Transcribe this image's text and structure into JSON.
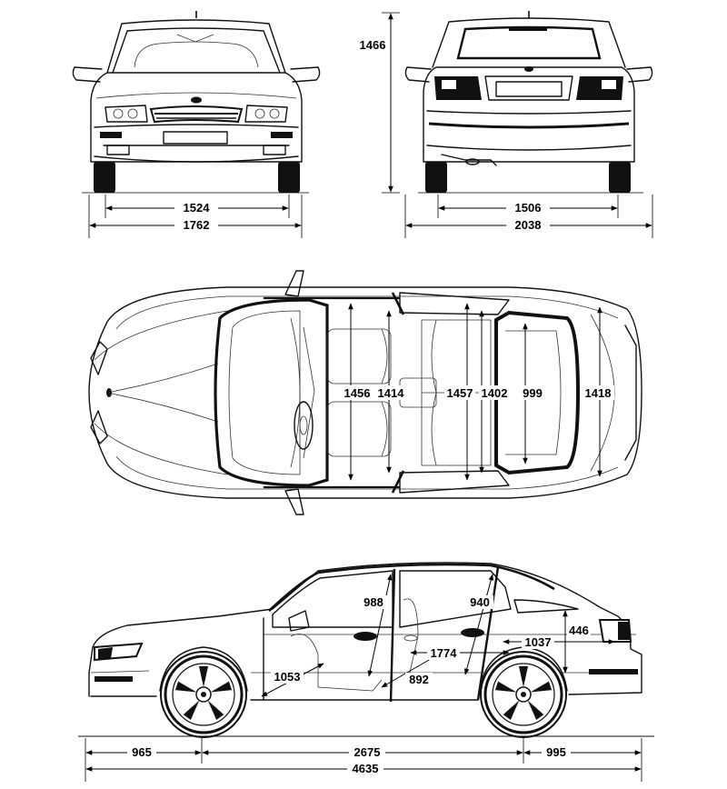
{
  "views": {
    "front": {
      "name": "front-view"
    },
    "rear": {
      "name": "rear-view"
    },
    "top": {
      "name": "top-view"
    },
    "side": {
      "name": "side-view"
    }
  },
  "dimensions": {
    "front_track": "1524",
    "front_width": "1762",
    "height": "1466",
    "rear_track": "1506",
    "width_mirrors": "2038",
    "front_shoulder_width": "1456",
    "front_hip_width": "1414",
    "rear_shoulder_width": "1457",
    "rear_hip_width": "1402",
    "trunk_opening_width": "999",
    "trunk_width": "1418",
    "front_headroom": "988",
    "rear_headroom": "940",
    "front_legroom": "1053",
    "rear_legroom": "892",
    "interior_length": "1774",
    "trunk_length": "1037",
    "trunk_height": "446",
    "front_overhang": "965",
    "wheelbase": "2675",
    "rear_overhang": "995",
    "overall_length": "4635"
  }
}
